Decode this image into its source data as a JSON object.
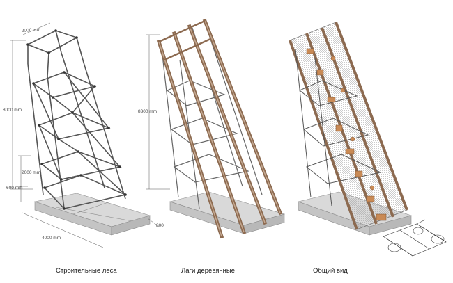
{
  "panels": [
    {
      "id": "scaffold",
      "caption": "Строительные леса"
    },
    {
      "id": "timber",
      "caption": "Лаги деревянные"
    },
    {
      "id": "overall",
      "caption": "Общий вид"
    }
  ],
  "dimensions": {
    "top_width": "2000 mm",
    "height_scaffold": "8000 mm",
    "height_timber": "8300 mm",
    "lower_height": "2000 mm",
    "base_height": "600 mm",
    "base_length": "4000 mm",
    "base_width": "800"
  },
  "colors": {
    "steel": "#555555",
    "timber": "#9a7a62",
    "concrete": "#d6d6d6",
    "mesh": "#bdbdbd",
    "furniture": "#c98a55"
  }
}
